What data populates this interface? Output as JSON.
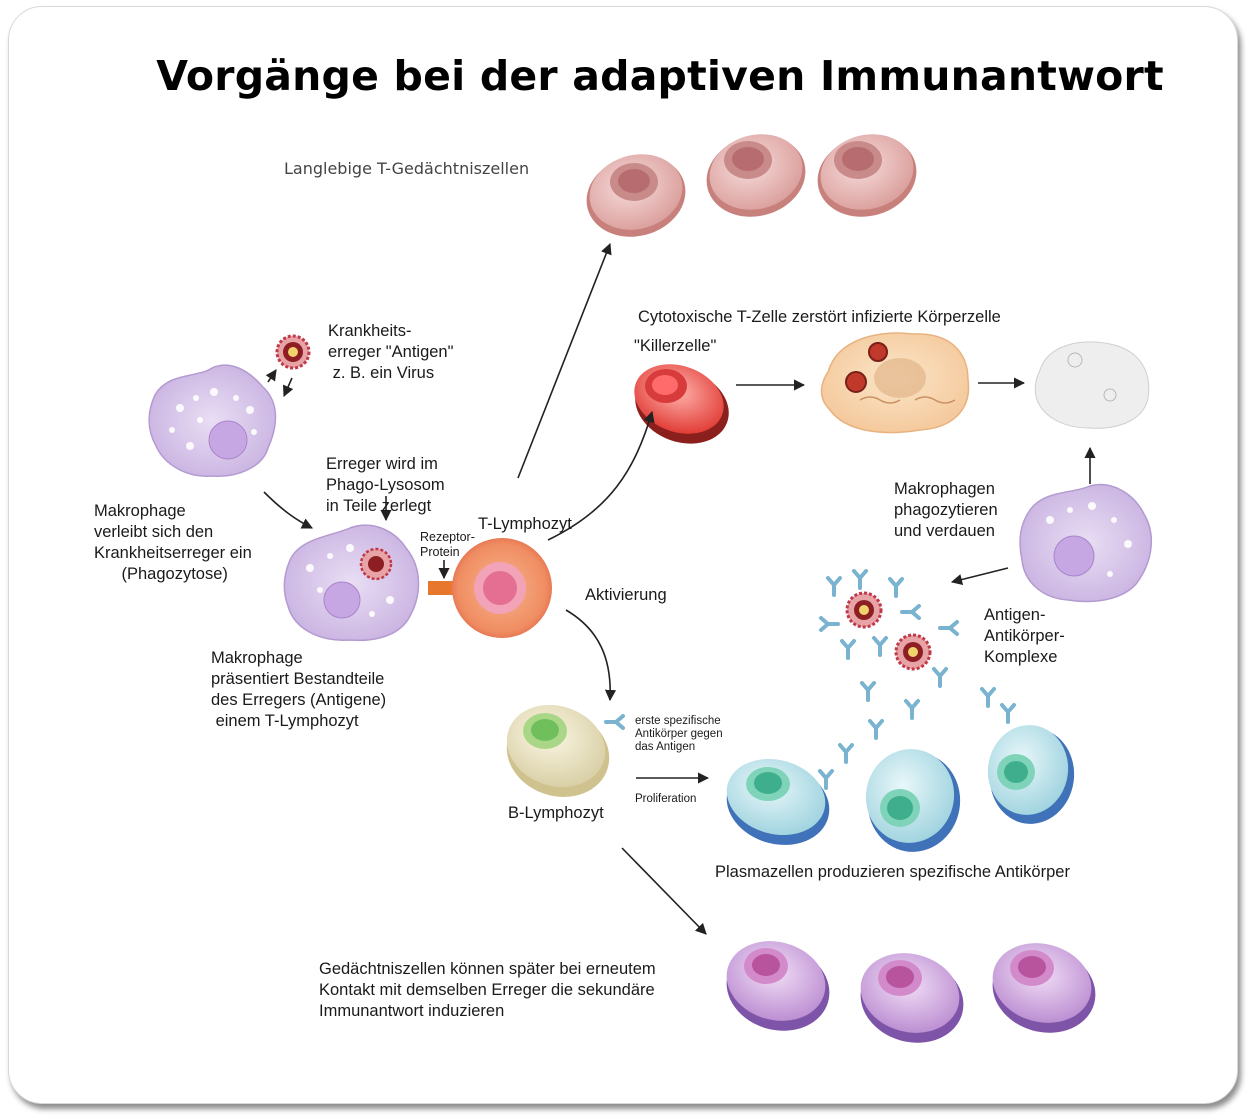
{
  "title": "Vorgänge bei der adaptiven Immunantwort",
  "labels": {
    "memory_t": "Langlebige T-Gedächtniszellen",
    "cytotoxic": "Cytotoxische T-Zelle  zerstört  infizierte Körperzelle",
    "killer": "\"Killerzelle\"",
    "pathogen": [
      "Krankheits-",
      "erreger \"Antigen\"",
      " z. B. ein Virus"
    ],
    "makrophage_eats": [
      "Makrophage",
      "verleibt sich den",
      "Krankheitserreger ein",
      "      (Phagozytose)"
    ],
    "lysosome": [
      "Erreger wird im",
      "Phago-Lysosom",
      "in Teile zerlegt"
    ],
    "t_lymph": "T-Lymphozyt",
    "receptor": [
      "Rezeptor-",
      "Protein"
    ],
    "activation": "Aktivierung",
    "presents": [
      "Makrophage",
      "präsentiert Bestandteile",
      "des Erregers (Antigene)",
      " einem T-Lymphozyt"
    ],
    "macro_digest": [
      "Makrophagen",
      "phagozytieren",
      "und verdauen"
    ],
    "complex": [
      "Antigen-",
      "Antikörper-",
      "Komplexe"
    ],
    "first_ab": [
      "erste spezifische",
      "Antikörper gegen",
      "das Antigen"
    ],
    "proliferation": "Proliferation",
    "b_lymph": "B-Lymphozyt",
    "plasma": "Plasmazellen produzieren spezifische Antikörper",
    "memory_b": [
      "Gedächtniszellen können später bei erneutem",
      "Kontakt mit demselben Erreger die sekundäre",
      "Immunantwort induzieren"
    ]
  },
  "colors": {
    "memory_t_cell": "#e7b9b6",
    "killer_cell": "#e8453f",
    "t_lymphocyte": "#f39a6d",
    "macrophage": "#d9c8ea",
    "b_lymphocyte": "#efe7c8",
    "plasma_cell": "#bfe4ea",
    "memory_b_cell": "#d8b6e6",
    "antibody": "#7ab3cf"
  }
}
